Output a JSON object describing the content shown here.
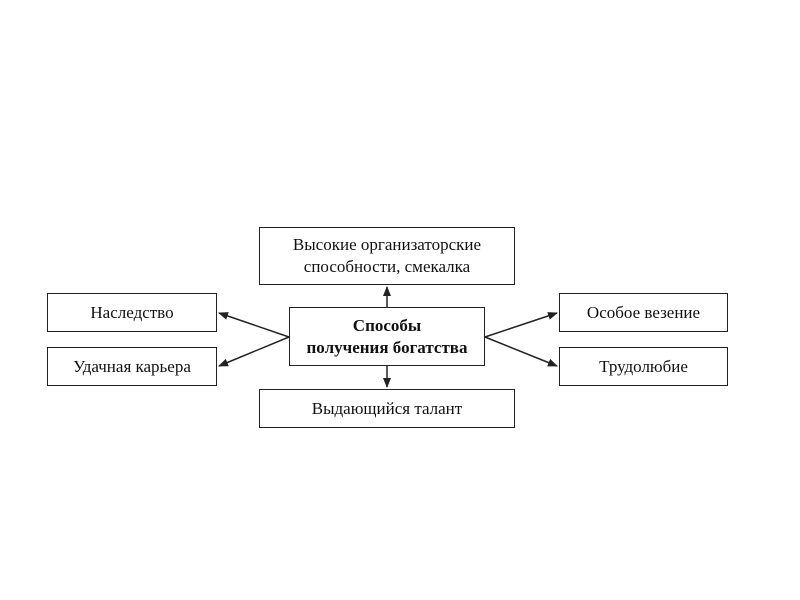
{
  "diagram": {
    "center": {
      "line1": "Способы",
      "line2": "получения богатства"
    },
    "top": {
      "line1": "Высокие организаторские",
      "line2": "способности, смекалка"
    },
    "bottom": {
      "label": "Выдающийся талант"
    },
    "left": [
      {
        "label": "Наследство"
      },
      {
        "label": "Удачная карьера"
      }
    ],
    "right": [
      {
        "label": "Особое везение"
      },
      {
        "label": "Трудолюбие"
      }
    ]
  }
}
